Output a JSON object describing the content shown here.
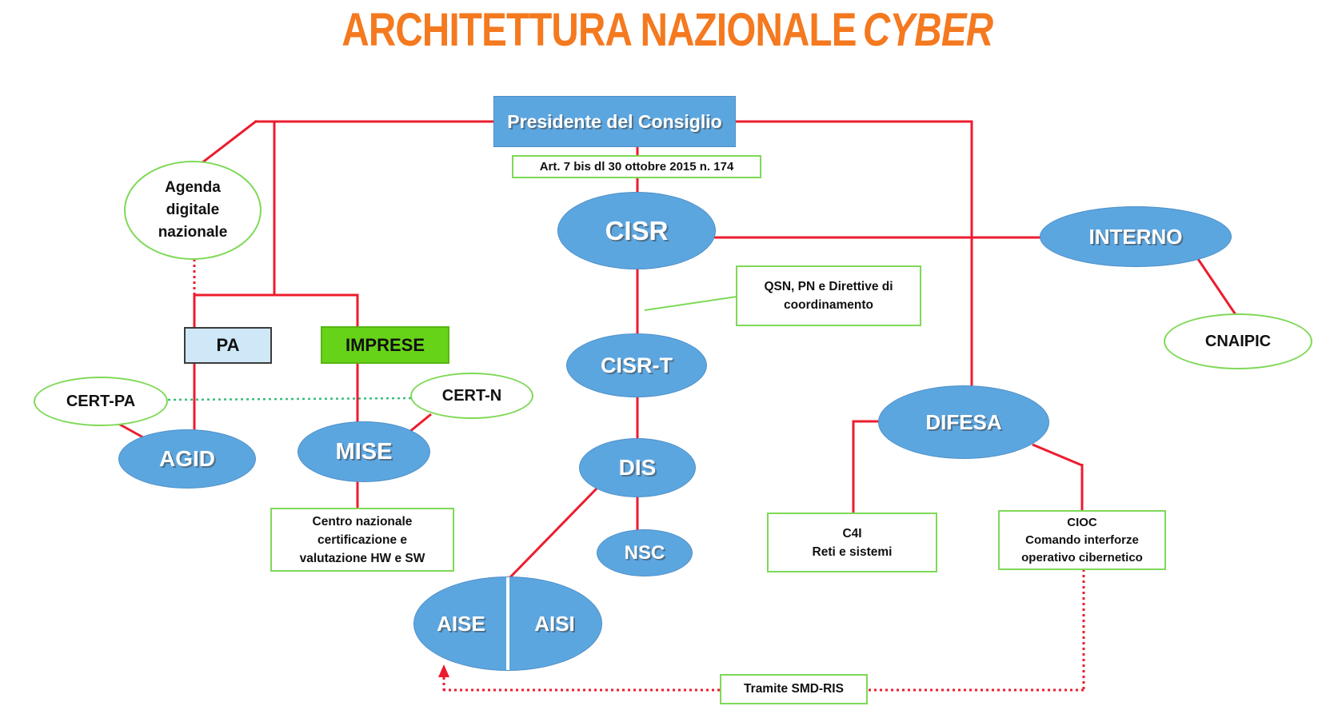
{
  "title": {
    "main": "ARCHITETTURA NAZIONALE",
    "emphasis": "CYBER"
  },
  "nodes": {
    "presidente": {
      "label": "Presidente del Consiglio"
    },
    "art7": {
      "label": "Art. 7 bis dl 30 ottobre 2015 n. 174"
    },
    "agenda": {
      "lines": [
        "Agenda",
        "digitale",
        "nazionale"
      ]
    },
    "pa": {
      "label": "PA"
    },
    "imprese": {
      "label": "IMPRESE"
    },
    "cert_pa": {
      "label": "CERT-PA"
    },
    "cert_n": {
      "label": "CERT-N"
    },
    "agid": {
      "label": "AGID"
    },
    "mise": {
      "label": "MISE"
    },
    "centro": {
      "lines": [
        "Centro nazionale",
        "certificazione e",
        "valutazione HW e SW"
      ]
    },
    "cisr": {
      "label": "CISR"
    },
    "qsn": {
      "lines": [
        "QSN, PN e Direttive di",
        "coordinamento"
      ]
    },
    "cisr_t": {
      "label": "CISR-T"
    },
    "dis": {
      "label": "DIS"
    },
    "nsc": {
      "label": "NSC"
    },
    "aise": {
      "label": "AISE"
    },
    "aisi": {
      "label": "AISI"
    },
    "interno": {
      "label": "INTERNO"
    },
    "cnaipic": {
      "label": "CNAIPIC"
    },
    "difesa": {
      "label": "DIFESA"
    },
    "c4i": {
      "lines": [
        "C4I",
        "Reti e sistemi"
      ]
    },
    "cioc": {
      "lines": [
        "CIOC",
        "Comando interforze",
        "operativo cibernetico"
      ]
    },
    "tramite": {
      "label": "Tramite SMD-RIS"
    }
  },
  "colors": {
    "title_orange": "#F4791F",
    "node_blue": "#5CA6E0",
    "green_border": "#7ED957",
    "line_red": "#EC1C2E",
    "dotted_green": "#3DBD7D",
    "pa_fill": "#CFE8F7",
    "imprese_fill": "#67D318"
  }
}
